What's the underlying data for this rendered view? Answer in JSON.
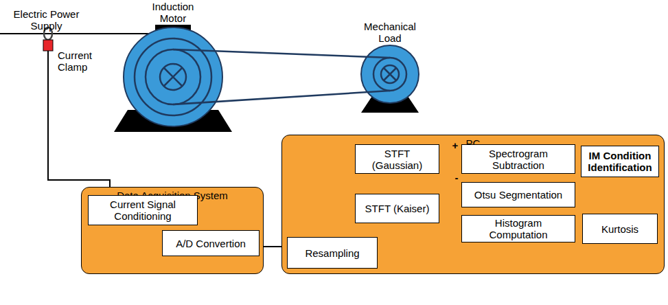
{
  "diagram": {
    "nodes": [
      {
        "text": [
          "Data Acquisition System (DAS)"
        ]
      },
      {
        "text": [
          "Current Signal Conditioning"
        ],
        "in": 0
      },
      {
        "text": [
          "A/D Convertion"
        ],
        "in": 0
      },
      {
        "text": [
          "PC"
        ]
      },
      {
        "text": [
          "Resampling"
        ],
        "in": 3
      },
      {
        "text": [
          "STFT (Gaussian)"
        ],
        "in": 3
      },
      {
        "text": [
          "STFT (Kaiser)"
        ],
        "in": 3
      },
      {
        "text": [
          "Spectrogram Subtraction"
        ],
        "in": 3
      },
      {
        "text": [
          "Otsu Segmentation"
        ],
        "in": 3
      },
      {
        "text": [
          "Histogram Computation"
        ],
        "in": 3
      },
      {
        "text": [
          "Kurtosis"
        ],
        "in": 3
      },
      {
        "text": [
          "IM Condition Identification"
        ],
        "in": 3
      }
    ],
    "edges": [
      {
        "from": 1,
        "to": 2,
        "arrow": "to"
      },
      {
        "from": 2,
        "to": 4,
        "arrow": "to"
      },
      {
        "from": 4,
        "to": 5,
        "arrow": "to"
      },
      {
        "from": 4,
        "to": 6,
        "arrow": "to"
      },
      {
        "from": 5,
        "to": 7,
        "label": "+",
        "arrow": "to"
      },
      {
        "from": 6,
        "to": 7,
        "label": "-",
        "arrow": "to"
      },
      {
        "from": 6,
        "to": 8,
        "arrow": "to"
      },
      {
        "from": 7,
        "to": 8,
        "arrow": "to"
      },
      {
        "from": 8,
        "to": 9,
        "arrow": "to"
      },
      {
        "from": 9,
        "to": 10,
        "arrow": "to"
      },
      {
        "from": 10,
        "to": 11,
        "arrow": "to"
      }
    ],
    "labels": [
      "Electric Power Supply",
      "Current Clamp",
      "Induction Motor",
      "Mechanical Load"
    ]
  }
}
